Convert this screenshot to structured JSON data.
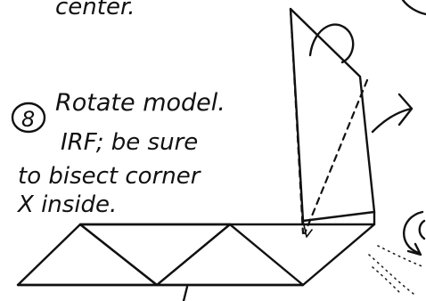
{
  "step": {
    "number": "8",
    "lines": [
      "center.",
      "Rotate model.",
      "IRF; be sure",
      "to bisect corner",
      "X inside."
    ]
  },
  "icons": {
    "step_marker": "circled-number",
    "arrow_out": "hollow-arrow-right",
    "rotate": "rotate-arrow"
  }
}
